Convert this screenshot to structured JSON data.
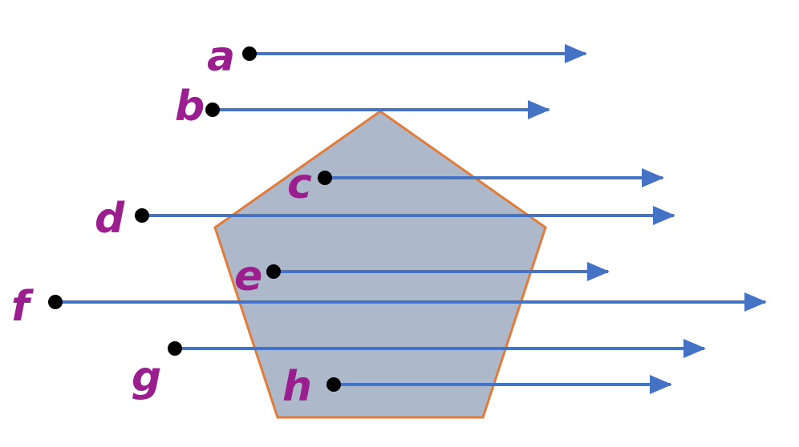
{
  "colors": {
    "polygon_fill": "#adb9ca",
    "polygon_stroke": "#e07b39",
    "ray": "#4472c4",
    "point": "#000000",
    "label": "#9a1e8e"
  },
  "rays": [
    {
      "label": "a"
    },
    {
      "label": "b"
    },
    {
      "label": "c"
    },
    {
      "label": "d"
    },
    {
      "label": "f"
    },
    {
      "label": "e"
    },
    {
      "label": "g"
    },
    {
      "label": "h"
    }
  ]
}
